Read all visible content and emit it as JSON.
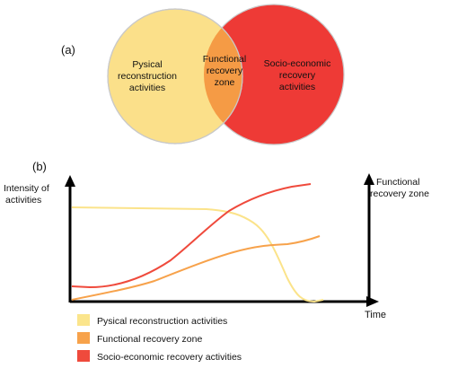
{
  "panel_a": {
    "label": "(a)",
    "left_circle": [
      "Pysical",
      "reconstruction",
      "activities"
    ],
    "overlap": [
      "Functional",
      "recovery",
      "zone"
    ],
    "right_circle": [
      "Socio-economic",
      "recovery",
      "activities"
    ]
  },
  "panel_b": {
    "label": "(b)",
    "y_left": [
      "Intensity of",
      "activities"
    ],
    "y_right": [
      "Functional",
      "recovery zone"
    ],
    "x_label": "Time"
  },
  "legend": [
    {
      "label": "Pysical reconstruction activities",
      "color": "#fbe58c"
    },
    {
      "label": "Functional recovery  zone",
      "color": "#f7a24b"
    },
    {
      "label": "Socio-economic recovery activities",
      "color": "#ef4a3c"
    }
  ],
  "colors": {
    "left_circle_fill": "#fbe08a",
    "right_circle_fill": "#ee3a36",
    "overlap_fill": "#f59b45",
    "physical_line": "#fbe38a",
    "functional_line": "#f7a24b",
    "socio_line": "#ef4a3c"
  }
}
